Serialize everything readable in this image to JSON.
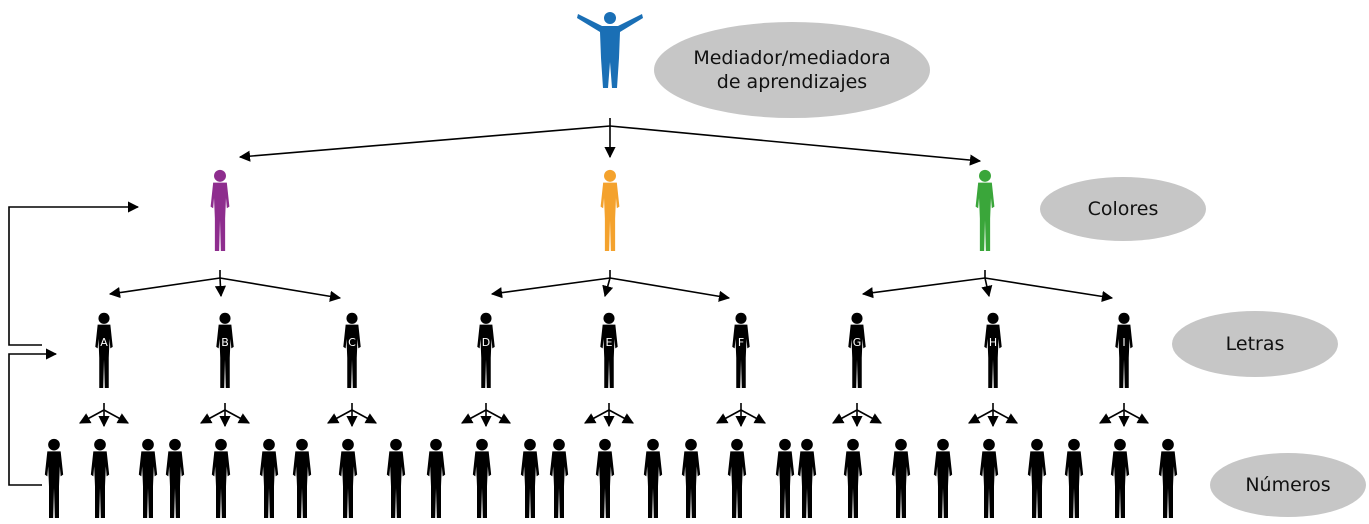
{
  "labels": {
    "top_line1": "Mediador/mediadora",
    "top_line2": "de aprendizajes",
    "colores": "Colores",
    "letras": "Letras",
    "numeros": "Números"
  },
  "colors": {
    "mediator": "#1a6fb5",
    "groups": [
      "#8e2d8e",
      "#f4a22d",
      "#3aa63a"
    ],
    "silhouette": "#000000",
    "pill": "#c6c6c6"
  },
  "letters": [
    "A",
    "B",
    "C",
    "D",
    "E",
    "F",
    "G",
    "H",
    "I"
  ]
}
